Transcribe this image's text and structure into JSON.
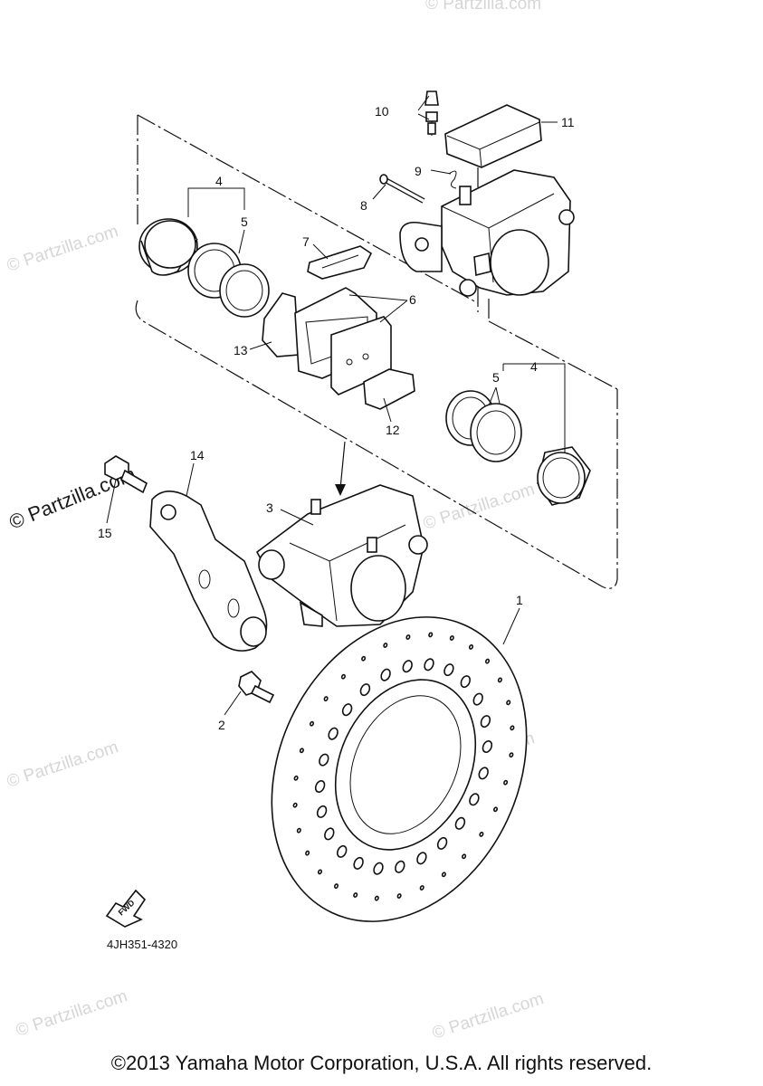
{
  "callouts": {
    "c1": "1",
    "c2": "2",
    "c3": "3",
    "c4a": "4",
    "c4b": "4",
    "c5a": "5",
    "c5b": "5",
    "c6": "6",
    "c7": "7",
    "c8": "8",
    "c9": "9",
    "c10": "10",
    "c11": "11",
    "c12": "12",
    "c13": "13",
    "c14": "14",
    "c15": "15"
  },
  "fwd_label": "FWD",
  "diagram_code": "4JH351-4320",
  "watermark": "© Partzilla.com",
  "copyright": "©2013 Yamaha Motor Corporation, U.S.A. All rights reserved.",
  "colors": {
    "line": "#111111",
    "watermark": "#d6d6d6",
    "background": "#ffffff"
  }
}
